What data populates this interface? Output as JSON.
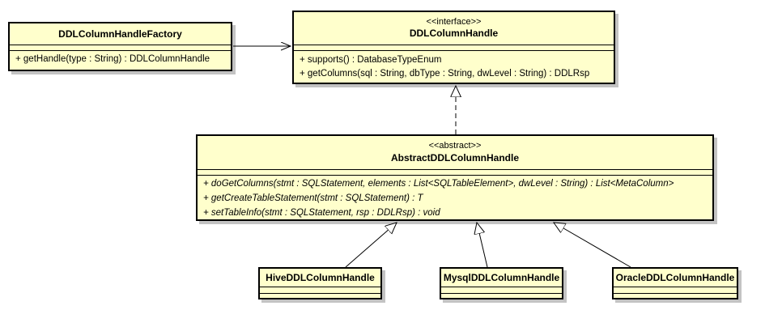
{
  "diagram": {
    "type": "uml-class-diagram",
    "colors": {
      "box_fill": "#FFFFCC",
      "box_border": "#000000",
      "shadow": "#C3C3C3",
      "background": "#FFFFFF",
      "text": "#000000"
    }
  },
  "classes": {
    "factory": {
      "name": "DDLColumnHandleFactory",
      "methods": [
        "+ getHandle(type : String) : DDLColumnHandle"
      ]
    },
    "interface": {
      "stereotype": "<<interface>>",
      "name": "DDLColumnHandle",
      "methods": [
        "+ supports() : DatabaseTypeEnum",
        "+ getColumns(sql : String, dbType : String, dwLevel : String) : DDLRsp"
      ]
    },
    "abstract": {
      "stereotype": "<<abstract>>",
      "name": "AbstractDDLColumnHandle",
      "methods": [
        "+ doGetColumns(stmt : SQLStatement, elements : List<SQLTableElement>, dwLevel : String) : List<MetaColumn>",
        "+ getCreateTableStatement(stmt : SQLStatement) : T",
        "+ setTableInfo(stmt : SQLStatement, rsp : DDLRsp) : void"
      ]
    },
    "hive": {
      "name": "HiveDDLColumnHandle"
    },
    "mysql": {
      "name": "MysqlDDLColumnHandle"
    },
    "oracle": {
      "name": "OracleDDLColumnHandle"
    }
  },
  "relationships": [
    {
      "from": "DDLColumnHandleFactory",
      "to": "DDLColumnHandle",
      "type": "association",
      "line": "solid",
      "head": "open-arrow"
    },
    {
      "from": "AbstractDDLColumnHandle",
      "to": "DDLColumnHandle",
      "type": "realization",
      "line": "dashed",
      "head": "hollow-triangle"
    },
    {
      "from": "HiveDDLColumnHandle",
      "to": "AbstractDDLColumnHandle",
      "type": "generalization",
      "line": "solid",
      "head": "hollow-triangle"
    },
    {
      "from": "MysqlDDLColumnHandle",
      "to": "AbstractDDLColumnHandle",
      "type": "generalization",
      "line": "solid",
      "head": "hollow-triangle"
    },
    {
      "from": "OracleDDLColumnHandle",
      "to": "AbstractDDLColumnHandle",
      "type": "generalization",
      "line": "solid",
      "head": "hollow-triangle"
    }
  ]
}
